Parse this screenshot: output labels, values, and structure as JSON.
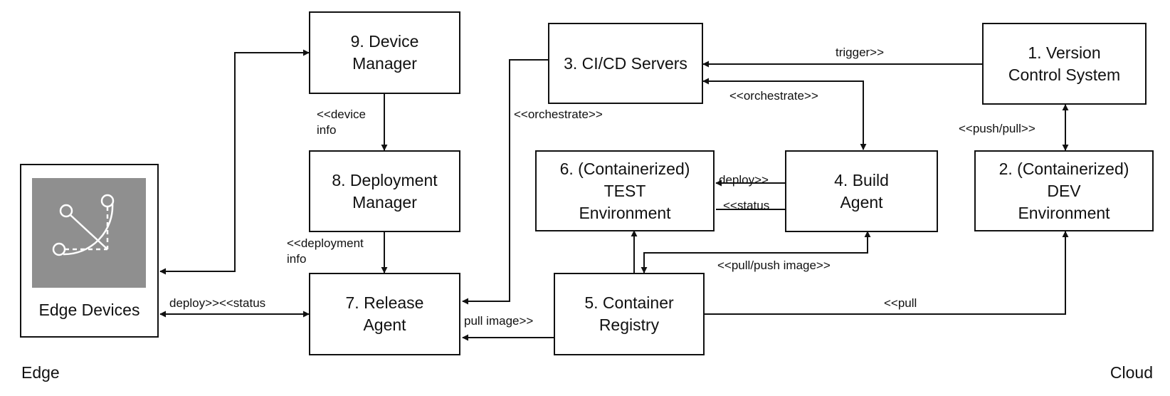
{
  "nodes": {
    "version_control": "1. Version\nControl System",
    "dev_env": "2. (Containerized)\nDEV\nEnvironment",
    "cicd": "3. CI/CD Servers",
    "build_agent": "4. Build\nAgent",
    "container_registry": "5. Container\nRegistry",
    "test_env": "6. (Containerized)\nTEST\nEnvironment",
    "release_agent": "7. Release\nAgent",
    "deployment_manager": "8. Deployment\nManager",
    "device_manager": "9. Device\nManager",
    "edge_devices": "Edge Devices"
  },
  "edges": {
    "trigger": "trigger>>",
    "orchestrate_build": "<<orchestrate>>",
    "orchestrate_release": "<<orchestrate>>",
    "push_pull": "<<push/pull>>",
    "deploy_test": "deploy>>",
    "status_test": "<<status",
    "pull_push_image": "<<pull/push image>>",
    "pull_dev": "<<pull",
    "pull_image": "pull image>>",
    "device_info": "<<device\ninfo",
    "deployment_info": "<<deployment\ninfo",
    "deploy_status_edge": "deploy>><<status"
  },
  "regions": {
    "edge": "Edge",
    "cloud": "Cloud"
  },
  "icons": {
    "edge_devices_icon": "edge-devices-icon"
  }
}
